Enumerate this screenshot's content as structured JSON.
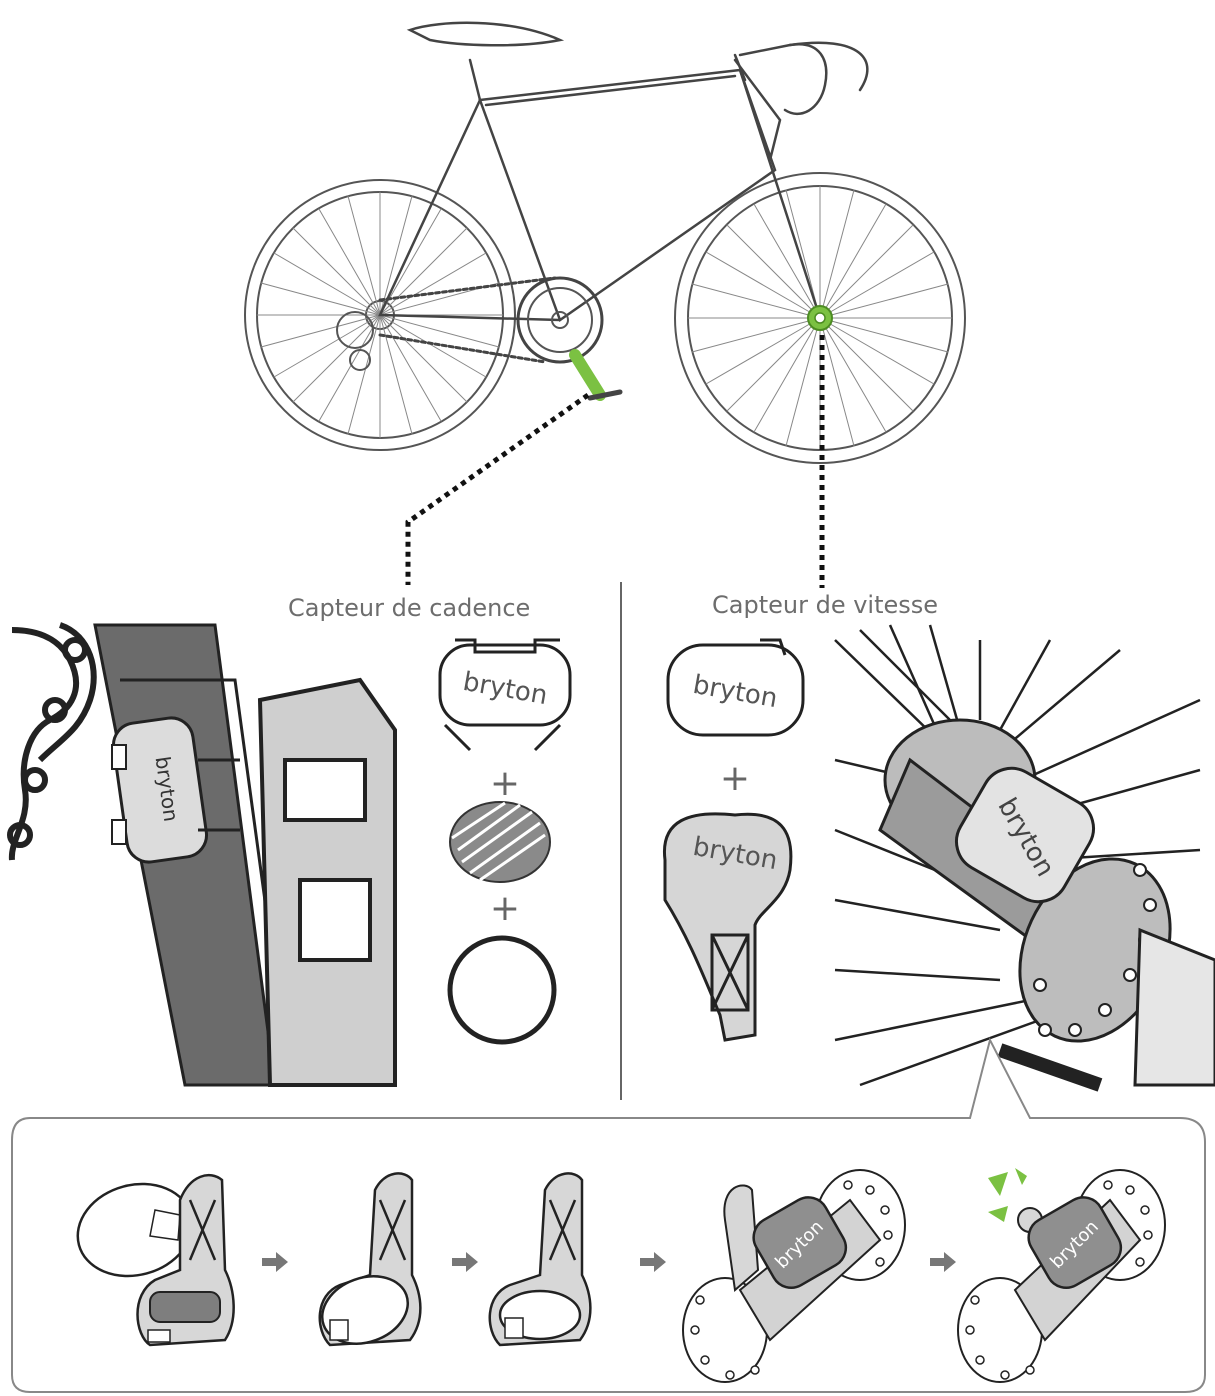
{
  "labels": {
    "cadence_sensor": "Capteur de cadence",
    "speed_sensor": "Capteur de vitesse",
    "plus": "+"
  },
  "brand": {
    "logo_text": "bryton"
  },
  "colors": {
    "highlight": "#7bc142",
    "line": "#4a4a4a",
    "fill_dark": "#9a9a9a",
    "fill_light": "#d9d9d9"
  },
  "icons": [
    "bicycle-illustration",
    "arrow-right-icon",
    "plus-icon",
    "sensor-pod",
    "magnet",
    "rubber-ring",
    "hub-illustration",
    "click-burst-icon"
  ]
}
